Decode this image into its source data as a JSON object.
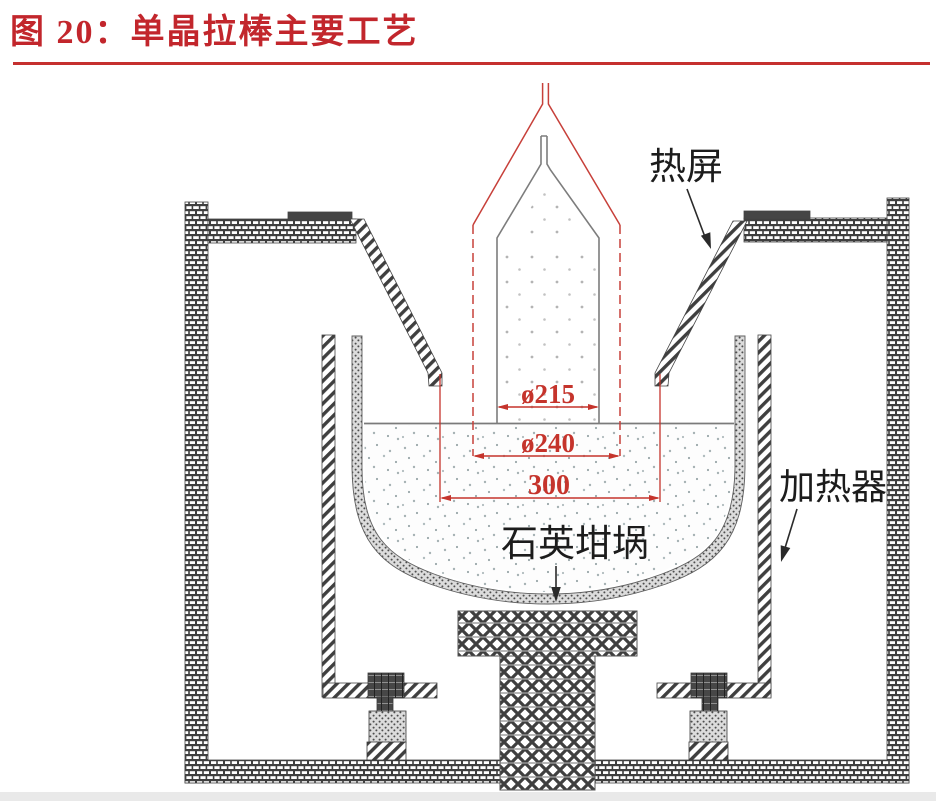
{
  "figure": {
    "title": "图 20：单晶拉棒主要工艺",
    "title_color": "#c2262c",
    "rule_color": "#c5302f"
  },
  "diagram": {
    "labels": {
      "heat_shield": "热屏",
      "heater": "加热器",
      "quartz_crucible": "石英坩埚"
    },
    "dimensions": {
      "crystal_diameter": "ø215",
      "body_diameter": "ø240",
      "crucible_width": "300"
    },
    "colors": {
      "dimension_red": "#c5342c",
      "outline_gray": "#7d7d7d",
      "hatch_dark": "#3f3f3f"
    }
  }
}
